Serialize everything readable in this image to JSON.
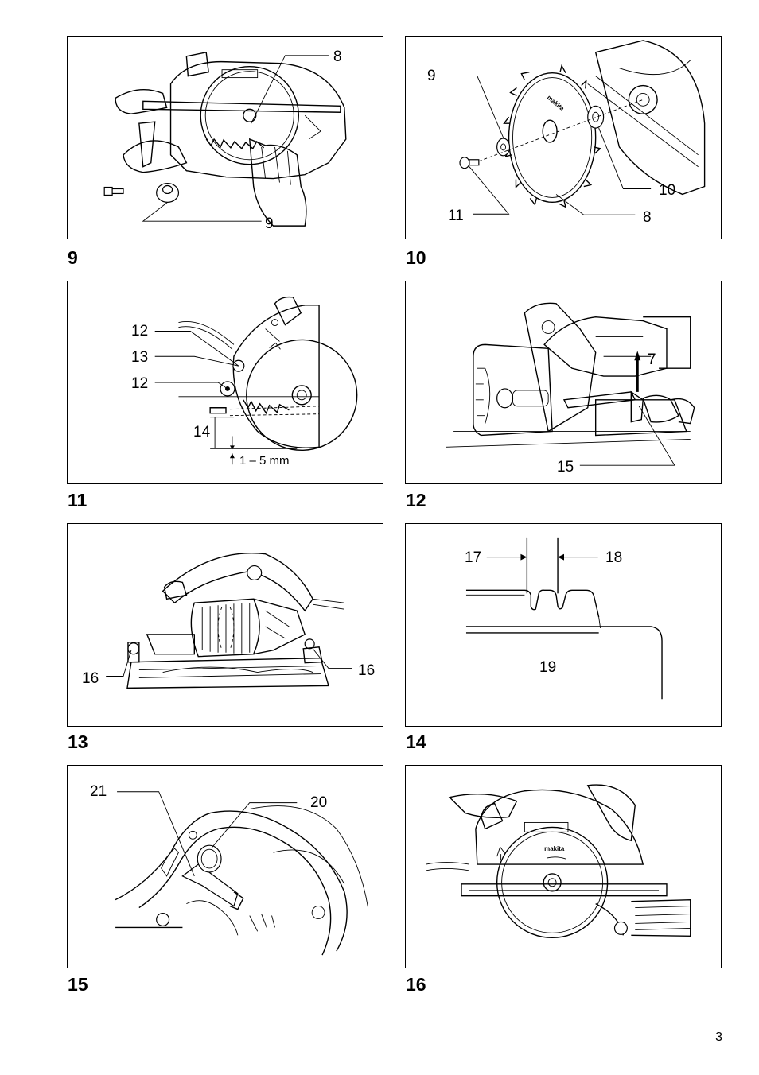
{
  "figures": [
    {
      "number": "9",
      "callouts": [
        "8",
        "9"
      ]
    },
    {
      "number": "10",
      "callouts": [
        "9",
        "10",
        "11",
        "8"
      ]
    },
    {
      "number": "11",
      "callouts": [
        "12",
        "13",
        "12",
        "14",
        "1 – 5 mm"
      ]
    },
    {
      "number": "12",
      "callouts": [
        "7",
        "15"
      ]
    },
    {
      "number": "13",
      "callouts": [
        "16",
        "16"
      ]
    },
    {
      "number": "14",
      "callouts": [
        "17",
        "18",
        "19"
      ]
    },
    {
      "number": "15",
      "callouts": [
        "21",
        "20"
      ]
    },
    {
      "number": "16",
      "callouts": []
    }
  ],
  "brand_marks": [
    "makita",
    "makita"
  ],
  "page_number": "3"
}
